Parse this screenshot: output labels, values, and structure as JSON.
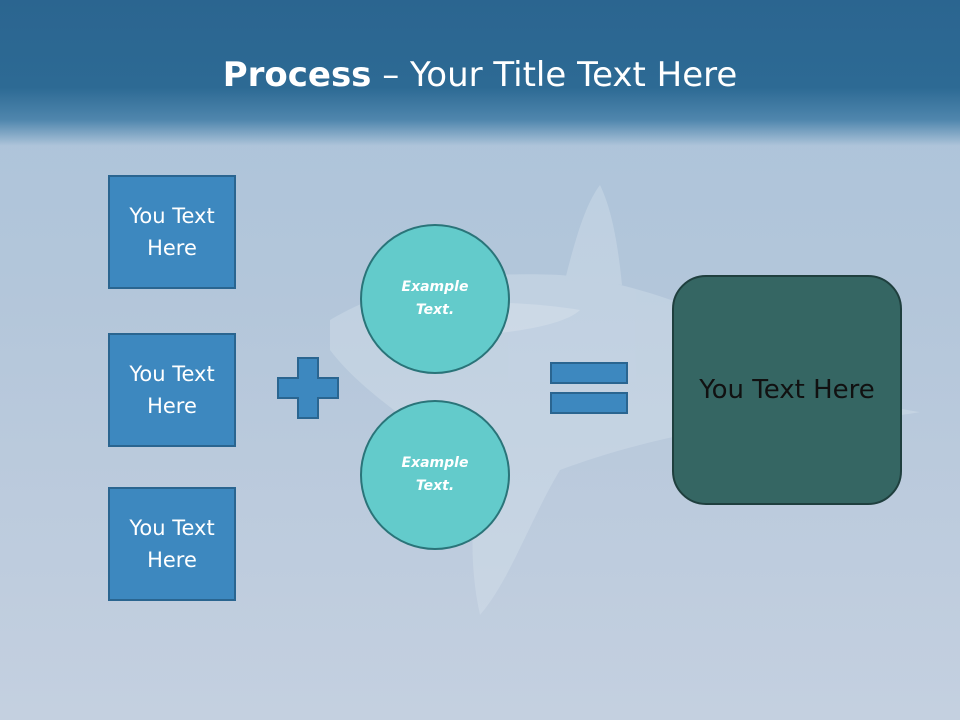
{
  "title": {
    "bold": "Process",
    "rest": " – Your Title Text Here"
  },
  "boxes": [
    {
      "text": "You Text Here"
    },
    {
      "text": "You Text Here"
    },
    {
      "text": "You Text Here"
    }
  ],
  "circles": [
    {
      "text": "Example Text."
    },
    {
      "text": "Example Text."
    }
  ],
  "result": {
    "text": "You Text Here"
  },
  "colors": {
    "title_band": "#2d6a94",
    "box_fill": "#3d88bf",
    "circle_fill": "#63cbcb",
    "result_fill": "#356663",
    "operator_fill": "#3d88bf"
  },
  "icons": {
    "plus": "plus-icon",
    "equals": "equals-icon"
  }
}
